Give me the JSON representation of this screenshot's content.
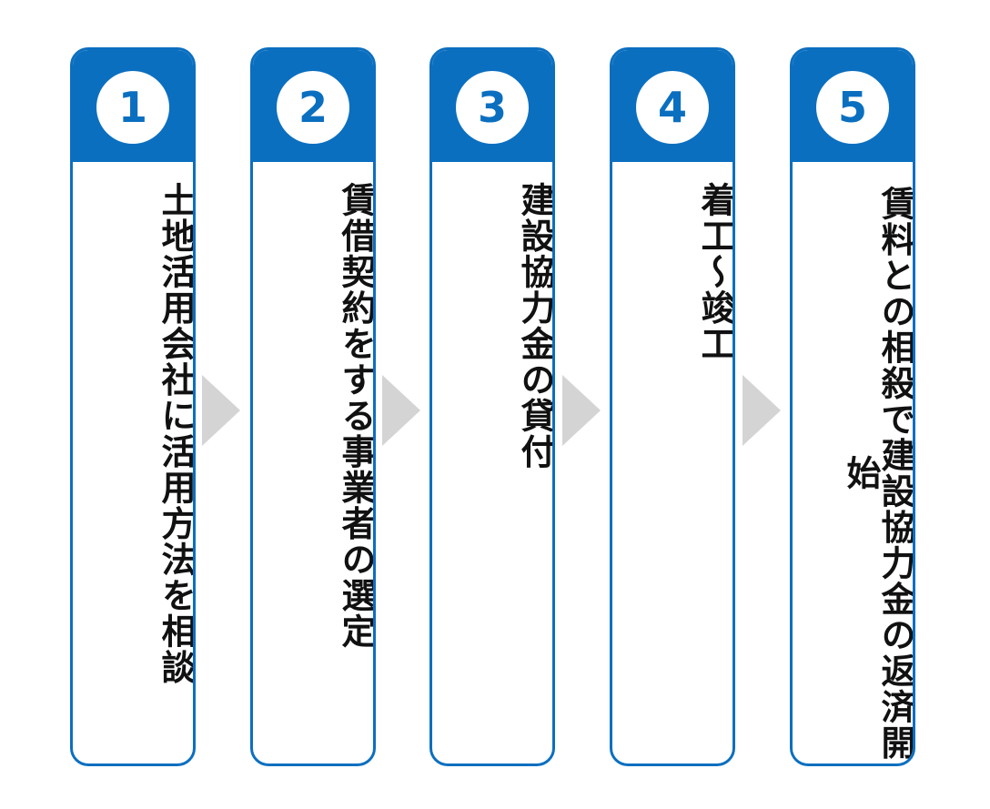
{
  "colors": {
    "accent": "#0b6fc0",
    "arrow": "#d4d4d4",
    "text": "#111111"
  },
  "steps": [
    {
      "number": "1",
      "label": "土地活用会社に活用方法を相談"
    },
    {
      "number": "2",
      "label": "賃借契約をする事業者の選定"
    },
    {
      "number": "3",
      "label": "建設協力金の貸付"
    },
    {
      "number": "4",
      "label": "着工～竣工"
    },
    {
      "number": "5",
      "label": "賃料との相殺で建設協力金の返済開始"
    }
  ],
  "arrow_icon": "chevron-right-icon"
}
